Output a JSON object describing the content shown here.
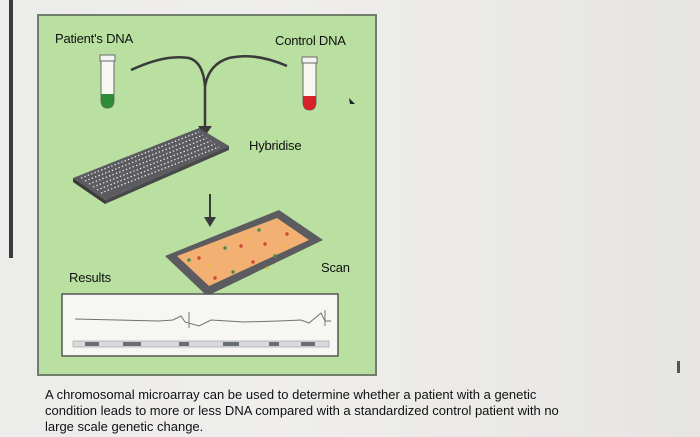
{
  "diagram": {
    "labels": {
      "patient_dna": "Patient's DNA",
      "control_dna": "Control DNA",
      "hybridise": "Hybridise",
      "scan": "Scan",
      "results": "Results"
    },
    "colors": {
      "panel_background": "#b9e0a1",
      "patient_sample": "#2e8b3a",
      "control_sample": "#d6232a",
      "microarray_spots": "#f2b072"
    },
    "icons": [
      "patient-tube-icon",
      "control-tube-icon",
      "microarray-slide-icon",
      "hybridised-slide-icon",
      "results-trace-icon"
    ]
  },
  "caption": "A chromosomal microarray can be used to determine whether a patient with a genetic condition leads to more or less DNA compared with a standardized control patient with no large scale genetic change."
}
